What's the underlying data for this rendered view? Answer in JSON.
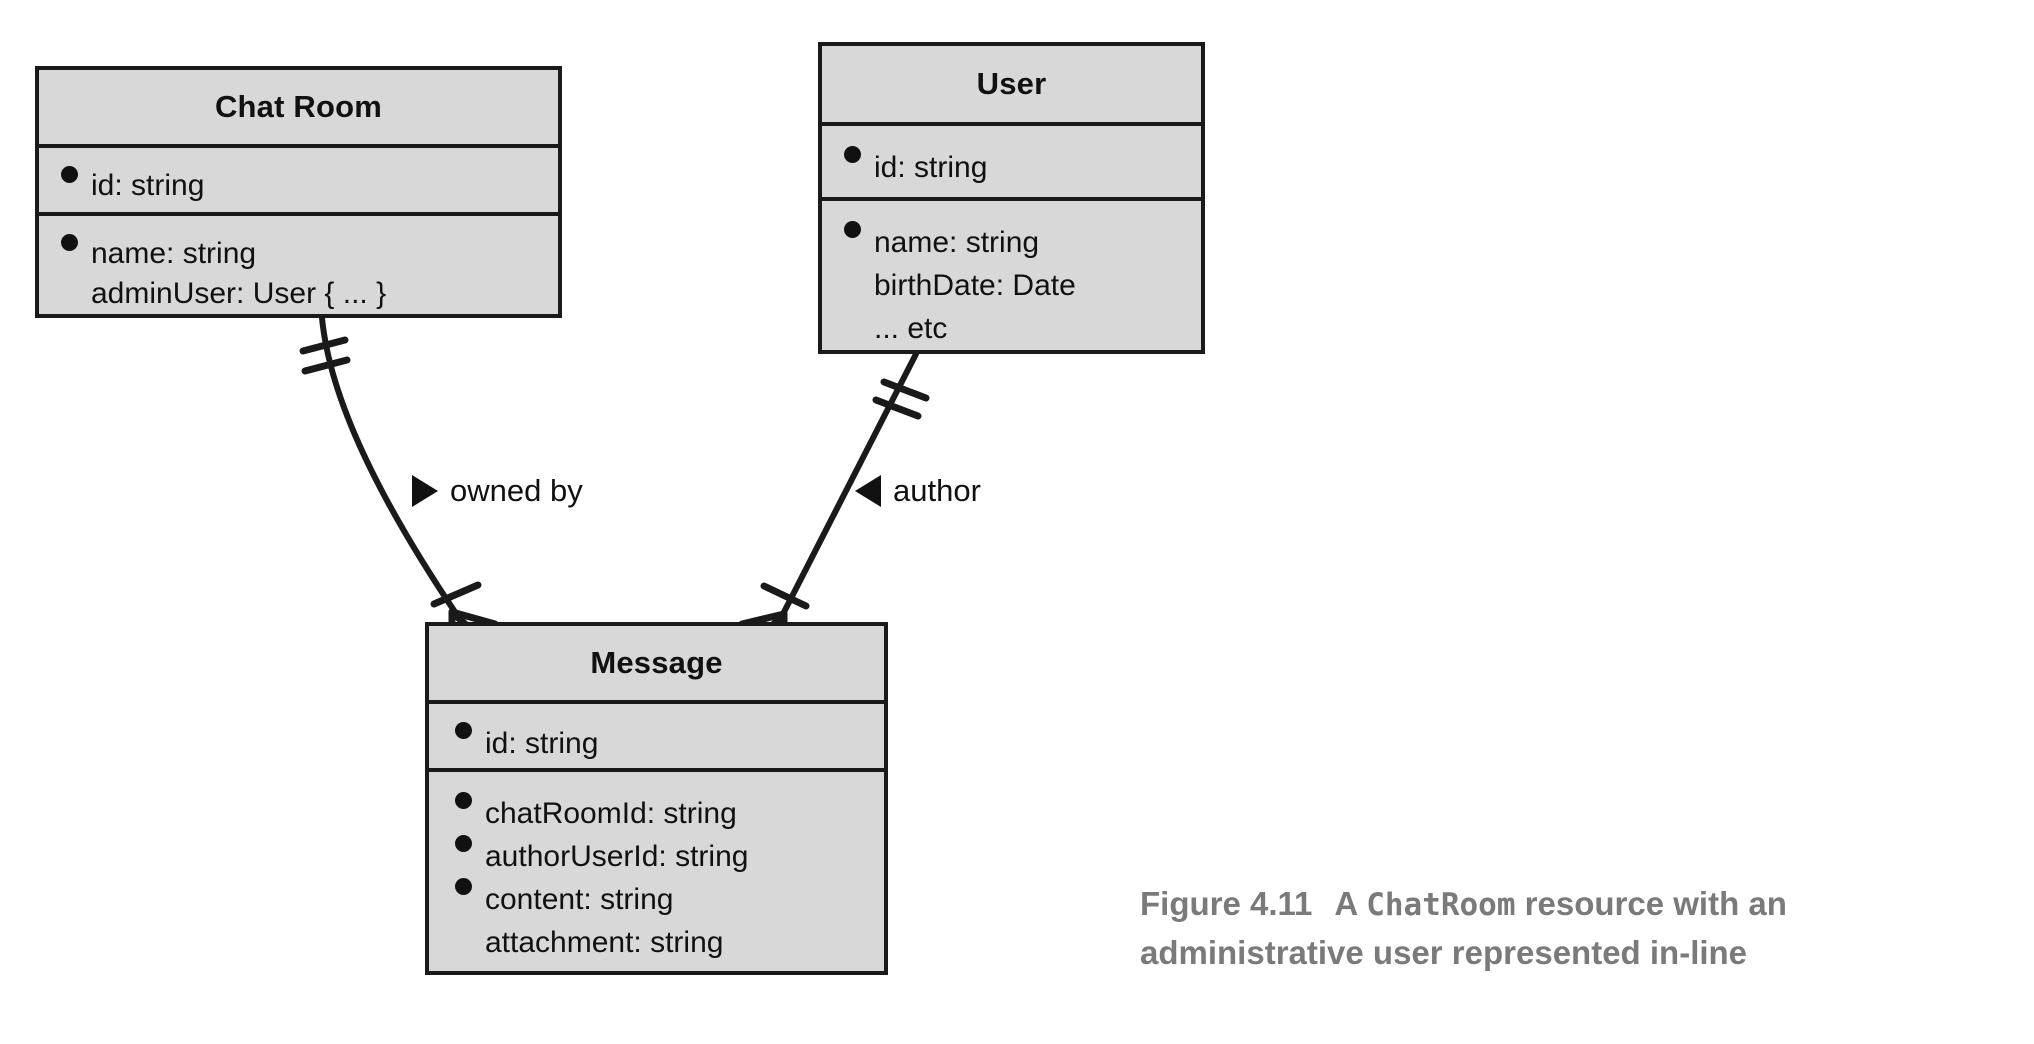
{
  "diagram": {
    "type": "entity-relationship",
    "notation": "crows-foot",
    "background_color": "#ffffff",
    "entity_fill_color": "#d8d8d8",
    "entity_border_color": "#1a1a1a",
    "text_color": "#111111",
    "caption_color": "#7a7a7a",
    "entities": [
      {
        "id": "chatroom",
        "title": "Chat Room",
        "compartments": [
          {
            "attributes": [
              {
                "bullet": true,
                "text": "id: string"
              }
            ]
          },
          {
            "attributes": [
              {
                "bullet": true,
                "text": "name: string"
              },
              {
                "bullet": false,
                "text": "adminUser: User { ... }"
              }
            ]
          }
        ]
      },
      {
        "id": "user",
        "title": "User",
        "compartments": [
          {
            "attributes": [
              {
                "bullet": true,
                "text": "id: string"
              }
            ]
          },
          {
            "attributes": [
              {
                "bullet": true,
                "text": "name: string"
              },
              {
                "bullet": false,
                "text": "birthDate: Date"
              },
              {
                "bullet": false,
                "text": "... etc"
              }
            ]
          }
        ]
      },
      {
        "id": "message",
        "title": "Message",
        "compartments": [
          {
            "attributes": [
              {
                "bullet": true,
                "text": "id: string"
              }
            ]
          },
          {
            "attributes": [
              {
                "bullet": true,
                "text": "chatRoomId: string"
              },
              {
                "bullet": true,
                "text": "authorUserId: string"
              },
              {
                "bullet": true,
                "text": "content: string"
              },
              {
                "bullet": false,
                "text": "attachment: string"
              }
            ]
          }
        ]
      }
    ],
    "relationships": [
      {
        "id": "owned-by",
        "label": "owned by",
        "arrow_direction": "right",
        "from_entity": "chatroom",
        "to_entity": "message",
        "from_cardinality": "exactly-one",
        "to_cardinality": "one-or-many"
      },
      {
        "id": "author",
        "label": "author",
        "arrow_direction": "left",
        "from_entity": "user",
        "to_entity": "message",
        "from_cardinality": "exactly-one",
        "to_cardinality": "one-or-many"
      }
    ]
  },
  "caption": {
    "figure_number": "Figure 4.11",
    "text_before_code": "A ",
    "code_term": "ChatRoom",
    "text_after_code": " resource with an administrative user represented in-line",
    "full_text": "Figure 4.11   A ChatRoom resource with an administrative user represented in-line"
  }
}
